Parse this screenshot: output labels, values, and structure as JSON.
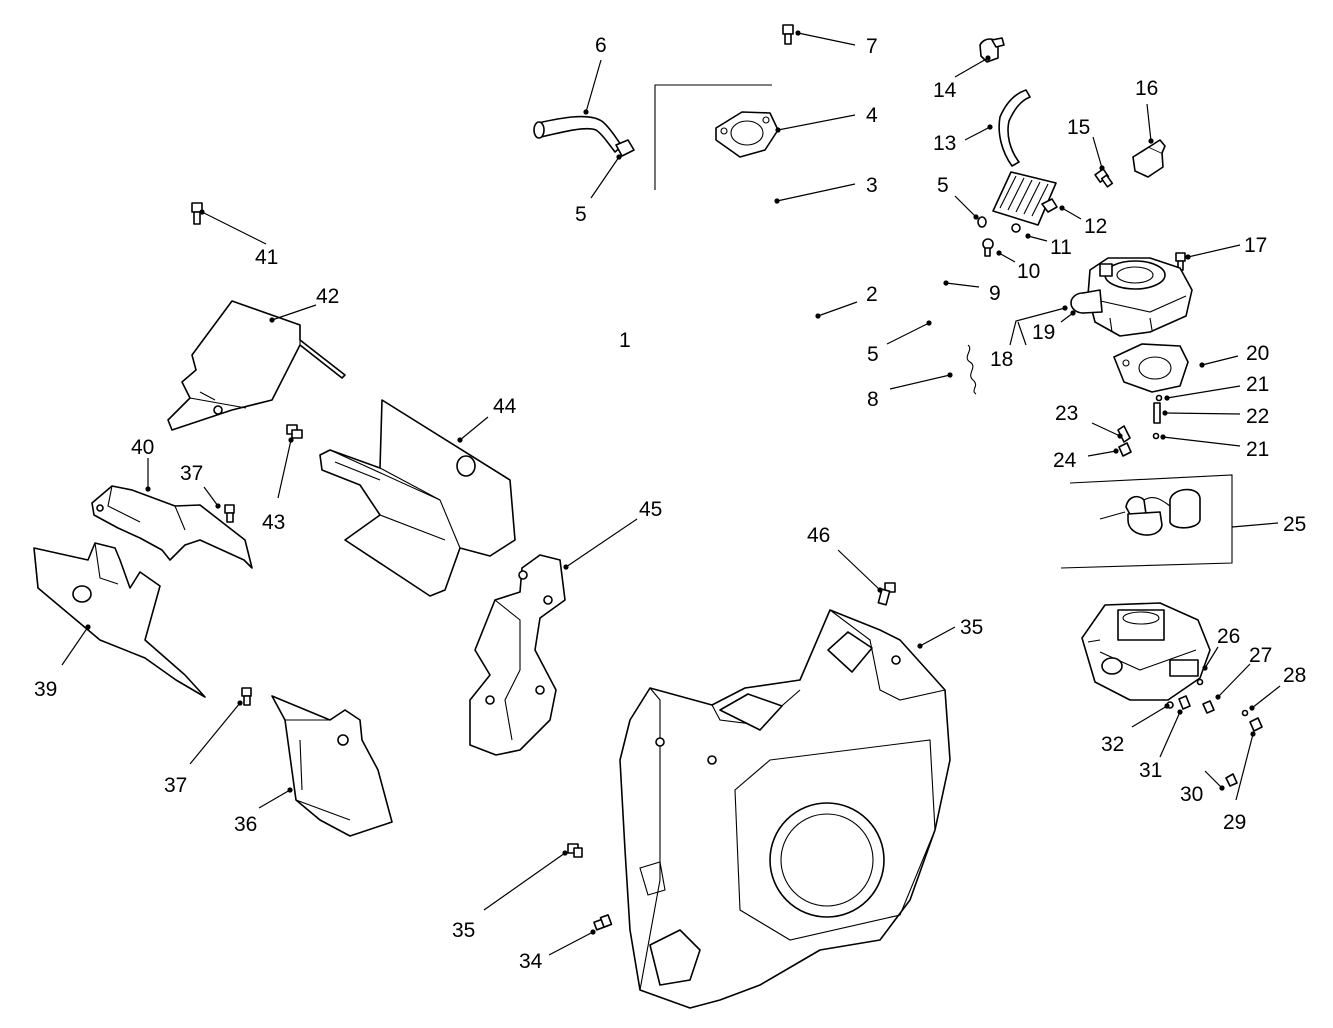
{
  "callouts": [
    {
      "id": "c1",
      "label": "1"
    },
    {
      "id": "c2",
      "label": "2"
    },
    {
      "id": "c3",
      "label": "3"
    },
    {
      "id": "c4",
      "label": "4"
    },
    {
      "id": "c5a",
      "label": "5"
    },
    {
      "id": "c5b",
      "label": "5"
    },
    {
      "id": "c5c",
      "label": "5"
    },
    {
      "id": "c6",
      "label": "6"
    },
    {
      "id": "c7",
      "label": "7"
    },
    {
      "id": "c8",
      "label": "8"
    },
    {
      "id": "c9",
      "label": "9"
    },
    {
      "id": "c10",
      "label": "10"
    },
    {
      "id": "c11",
      "label": "11"
    },
    {
      "id": "c12",
      "label": "12"
    },
    {
      "id": "c13",
      "label": "13"
    },
    {
      "id": "c14",
      "label": "14"
    },
    {
      "id": "c15",
      "label": "15"
    },
    {
      "id": "c16",
      "label": "16"
    },
    {
      "id": "c17",
      "label": "17"
    },
    {
      "id": "c18",
      "label": "18"
    },
    {
      "id": "c19",
      "label": "19"
    },
    {
      "id": "c20",
      "label": "20"
    },
    {
      "id": "c21a",
      "label": "21"
    },
    {
      "id": "c21b",
      "label": "21"
    },
    {
      "id": "c22",
      "label": "22"
    },
    {
      "id": "c23",
      "label": "23"
    },
    {
      "id": "c24",
      "label": "24"
    },
    {
      "id": "c25",
      "label": "25"
    },
    {
      "id": "c26",
      "label": "26"
    },
    {
      "id": "c27",
      "label": "27"
    },
    {
      "id": "c28",
      "label": "28"
    },
    {
      "id": "c29",
      "label": "29"
    },
    {
      "id": "c30",
      "label": "30"
    },
    {
      "id": "c31",
      "label": "31"
    },
    {
      "id": "c32",
      "label": "32"
    },
    {
      "id": "c34",
      "label": "34"
    },
    {
      "id": "c35a",
      "label": "35"
    },
    {
      "id": "c35b",
      "label": "35"
    },
    {
      "id": "c36",
      "label": "36"
    },
    {
      "id": "c37a",
      "label": "37"
    },
    {
      "id": "c37b",
      "label": "37"
    },
    {
      "id": "c39",
      "label": "39"
    },
    {
      "id": "c40",
      "label": "40"
    },
    {
      "id": "c41",
      "label": "41"
    },
    {
      "id": "c42",
      "label": "42"
    },
    {
      "id": "c43",
      "label": "43"
    },
    {
      "id": "c44",
      "label": "44"
    },
    {
      "id": "c45",
      "label": "45"
    },
    {
      "id": "c46",
      "label": "46"
    }
  ]
}
